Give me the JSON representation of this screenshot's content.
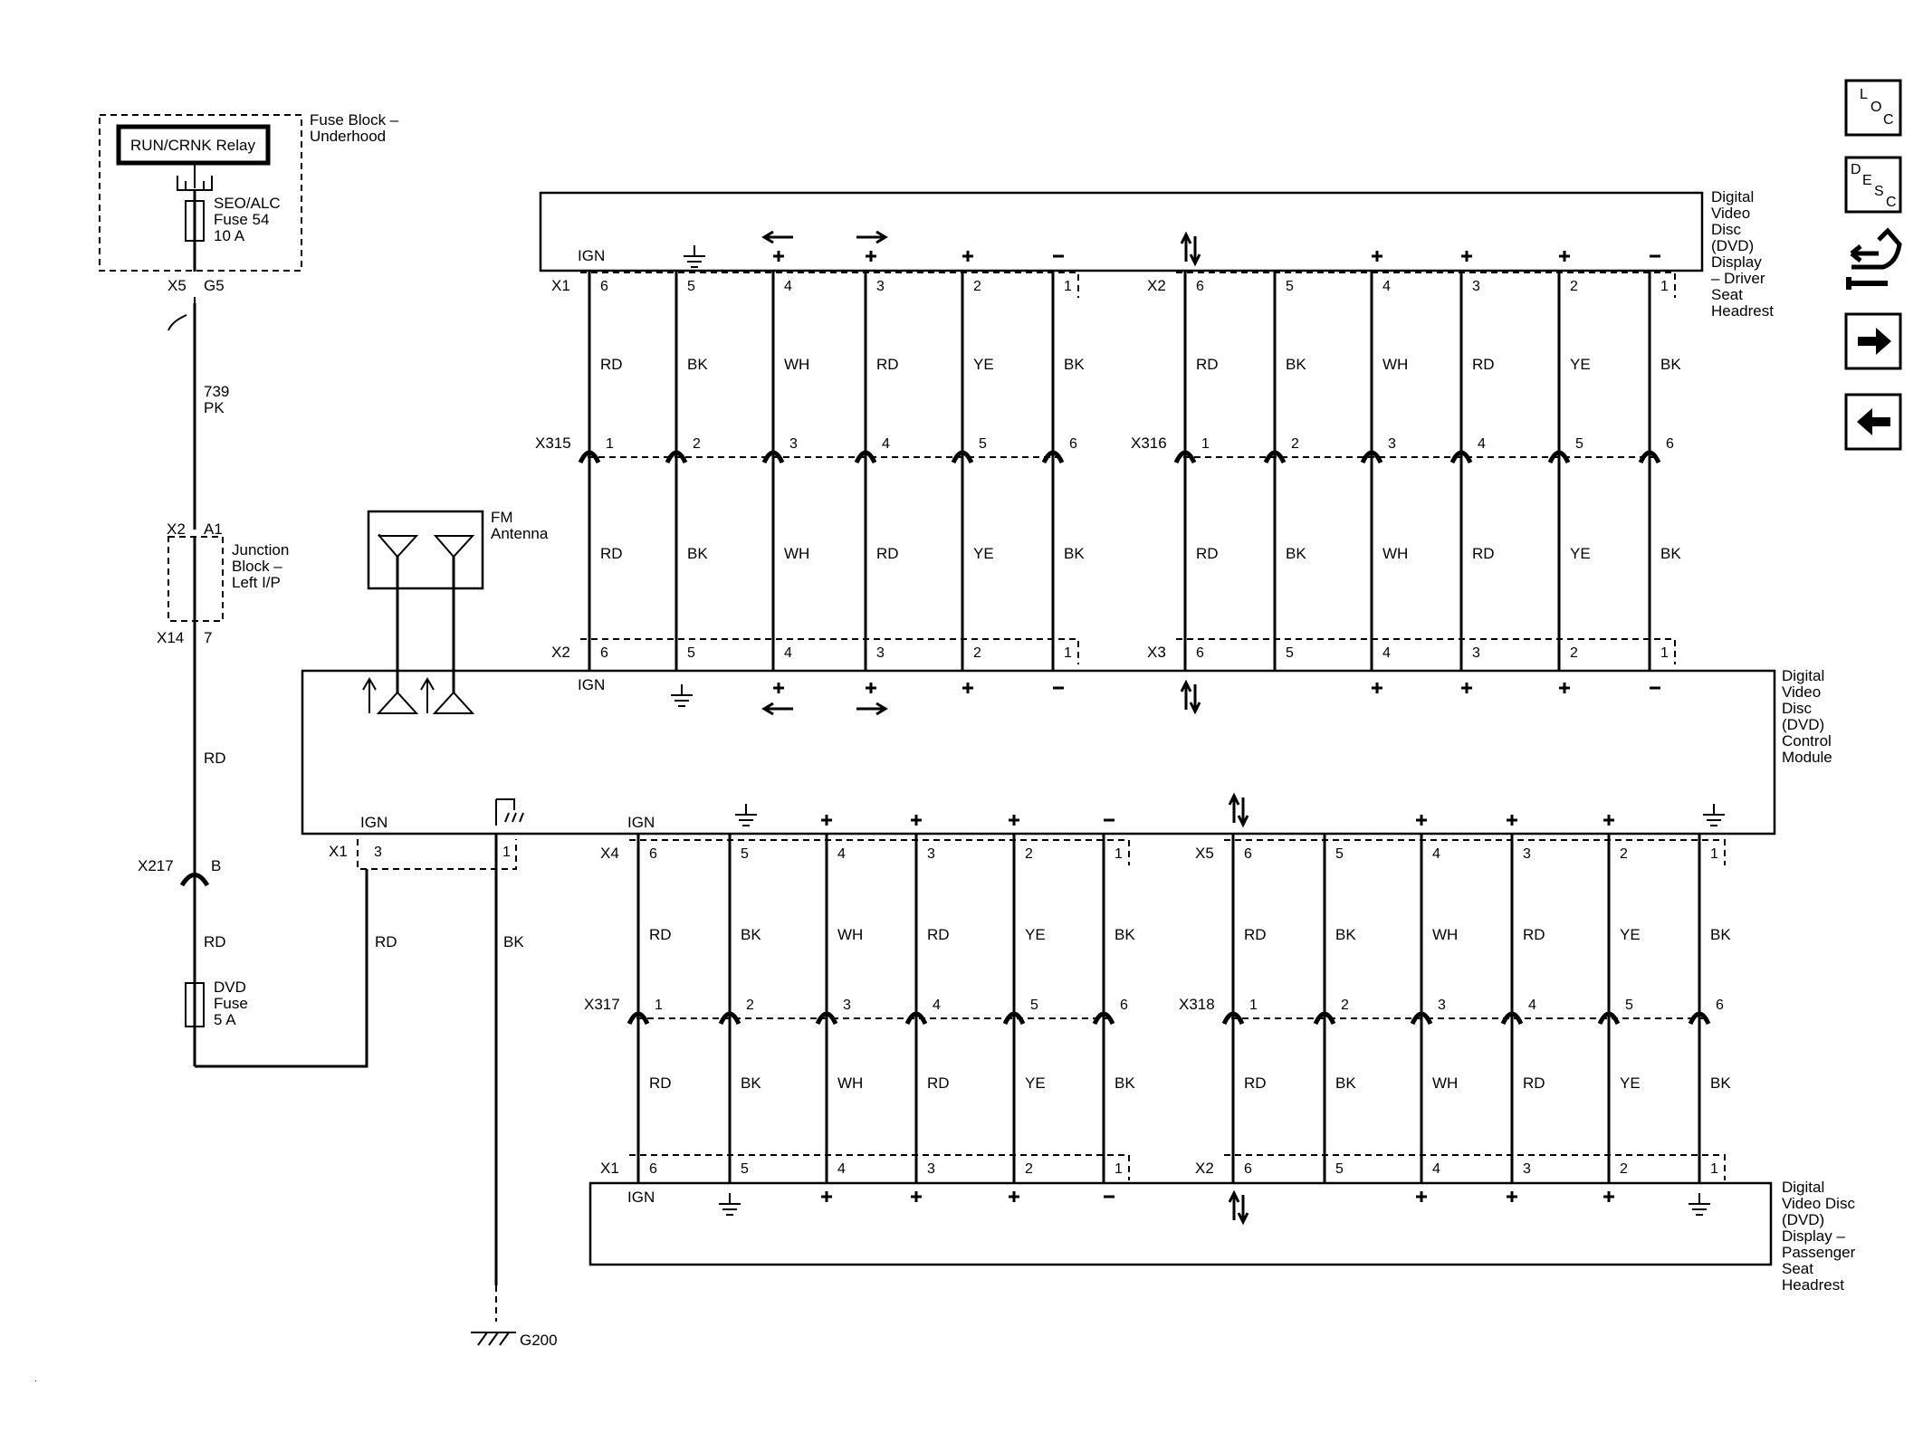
{
  "fuse_block": {
    "title": [
      "Fuse Block –",
      "Underhood"
    ],
    "relay": "RUN/CRNK Relay",
    "fuse": [
      "SEO/ALC",
      "Fuse 54",
      "10 A"
    ],
    "conn": "X5",
    "pin": "G5"
  },
  "feed_wire": {
    "circuit": "739",
    "color": "PK"
  },
  "junction_block": {
    "title": [
      "Junction",
      "Block –",
      "Left I/P"
    ],
    "top_conn": "X2",
    "top_pin": "A1",
    "bottom_conn": "X14",
    "bottom_pin": "7"
  },
  "rd_wire": {
    "color": "RD"
  },
  "inline_conn": {
    "conn": "X217",
    "pin": "B"
  },
  "dvd_fuse": {
    "wire_color": "RD",
    "label": [
      "DVD",
      "Fuse",
      "5 A"
    ]
  },
  "fm_antenna": {
    "label": [
      "FM",
      "Antenna"
    ]
  },
  "driver_display": {
    "title": [
      "Digital",
      "Video",
      "Disc",
      "(DVD)",
      "Display",
      "– Driver",
      "Seat",
      "Headrest"
    ]
  },
  "control_module": {
    "title": [
      "Digital",
      "Video",
      "Disc",
      "(DVD)",
      "Control",
      "Module"
    ]
  },
  "passenger_display": {
    "title": [
      "Digital",
      "Video Disc",
      "(DVD)",
      "Display –",
      "Passenger",
      "Seat",
      "Headrest"
    ]
  },
  "top_group_1": {
    "display_conn": "X1",
    "inline_conn": "X315",
    "module_conn": "X2",
    "display_pins": [
      "6",
      "5",
      "4",
      "3",
      "2",
      "1"
    ],
    "inline_pins": [
      "1",
      "2",
      "3",
      "4",
      "5",
      "6"
    ],
    "colors": [
      "RD",
      "BK",
      "WH",
      "RD",
      "YE",
      "BK"
    ],
    "ign_label": "IGN"
  },
  "top_group_2": {
    "display_conn": "X2",
    "inline_conn": "X316",
    "module_conn": "X3",
    "display_pins": [
      "6",
      "5",
      "4",
      "3",
      "2",
      "1"
    ],
    "inline_pins": [
      "1",
      "2",
      "3",
      "4",
      "5",
      "6"
    ],
    "colors": [
      "RD",
      "BK",
      "WH",
      "RD",
      "YE",
      "BK"
    ]
  },
  "bottom_group_1": {
    "module_conn": "X4",
    "inline_conn": "X317",
    "display_conn": "X1",
    "module_pins": [
      "6",
      "5",
      "4",
      "3",
      "2",
      "1"
    ],
    "inline_pins": [
      "1",
      "2",
      "3",
      "4",
      "5",
      "6"
    ],
    "colors": [
      "RD",
      "BK",
      "WH",
      "RD",
      "YE",
      "BK"
    ],
    "ign_label": "IGN"
  },
  "bottom_group_2": {
    "module_conn": "X5",
    "inline_conn": "X318",
    "display_conn": "X2",
    "module_pins": [
      "6",
      "5",
      "4",
      "3",
      "2",
      "1"
    ],
    "inline_pins": [
      "1",
      "2",
      "3",
      "4",
      "5",
      "6"
    ],
    "colors": [
      "RD",
      "BK",
      "WH",
      "RD",
      "YE",
      "BK"
    ]
  },
  "module_x1": {
    "conn": "X1",
    "ign_label": "IGN",
    "pin_ign": "3",
    "pin_gnd": "1"
  },
  "module_feed": {
    "ign_color": "RD",
    "gnd_color": "BK"
  },
  "ground": {
    "label": "G200"
  },
  "nav": {
    "loc": [
      "L",
      "O",
      "C"
    ],
    "desc": [
      "D",
      "E",
      "S",
      "C"
    ]
  }
}
